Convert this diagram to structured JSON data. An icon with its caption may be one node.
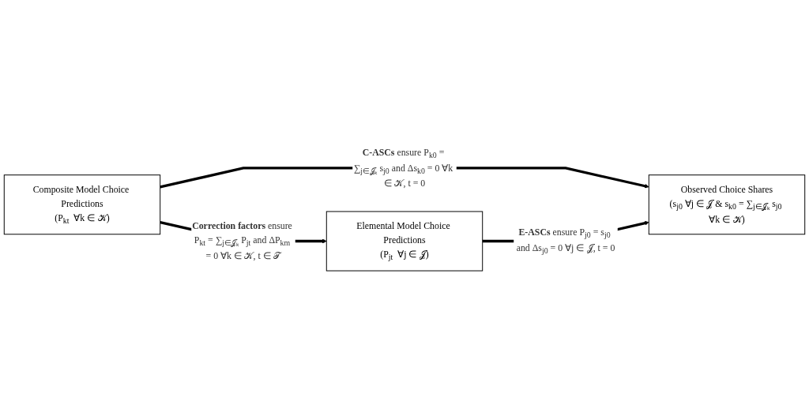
{
  "diagram": {
    "nodes": [
      {
        "text": [
          "Composite Model Choice Predictions",
          "(P$_{kt}$  ∀k ∈ 𝒦)"
        ]
      },
      {
        "text": [
          "Elemental Model Choice Predictions",
          "(P$_{jt}$  ∀j ∈ 𝒥)"
        ]
      },
      {
        "text": [
          "Observed Choice Shares",
          "(s$_{j0}$ ∀j ∈ 𝒥 & s$_{k0}$ = ∑$_{j∈𝒥ₖ}$ s$_{j0}$ ∀k ∈ 𝒦)"
        ]
      }
    ],
    "edges": [
      {
        "from": 0,
        "to": 1,
        "arrow": "to",
        "label": "**Correction factors** ensure P$_{kt}$ = ∑$_{j∈𝒥ₖ}$ P$_{jt}$ and ΔP$_{km}$ = 0 ∀k ∈ 𝒦, t ∈ 𝒯"
      },
      {
        "from": 0,
        "to": 2,
        "arrow": "to",
        "label": "**C-ASCs** ensure P$_{k0}$ = ∑$_{j∈𝒥ₖ}$ s$_{j0}$ and Δs$_{k0}$ = 0 ∀k ∈ 𝒦, t = 0"
      },
      {
        "from": 1,
        "to": 2,
        "arrow": "to",
        "label": "**E-ASCs** ensure P$_{j0}$ = s$_{j0}$ and Δs$_{j0}$ = 0 ∀j ∈ 𝒥, t = 0"
      }
    ]
  }
}
